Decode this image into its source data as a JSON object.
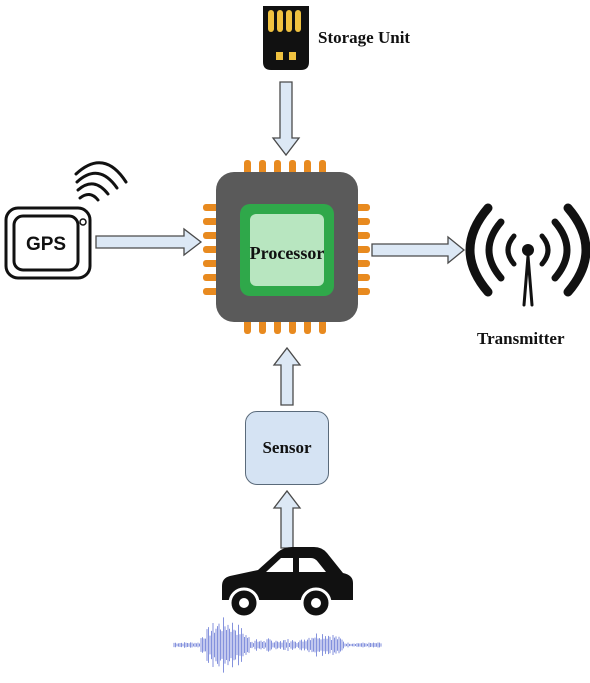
{
  "labels": {
    "storage": "Storage Unit",
    "gps": "GPS",
    "processor": "Processor",
    "transmitter": "Transmitter",
    "sensor": "Sensor"
  },
  "colors": {
    "arrow_fill": "#dce8f5",
    "arrow_stroke": "#4a4a4a",
    "chip_body": "#5a5a5a",
    "chip_pins": "#e88a1f",
    "chip_core_outer": "#2fa84a",
    "chip_core_inner": "#b8e6c0",
    "sensor_fill": "#d5e3f3",
    "waveform": "#6f7fd8"
  }
}
